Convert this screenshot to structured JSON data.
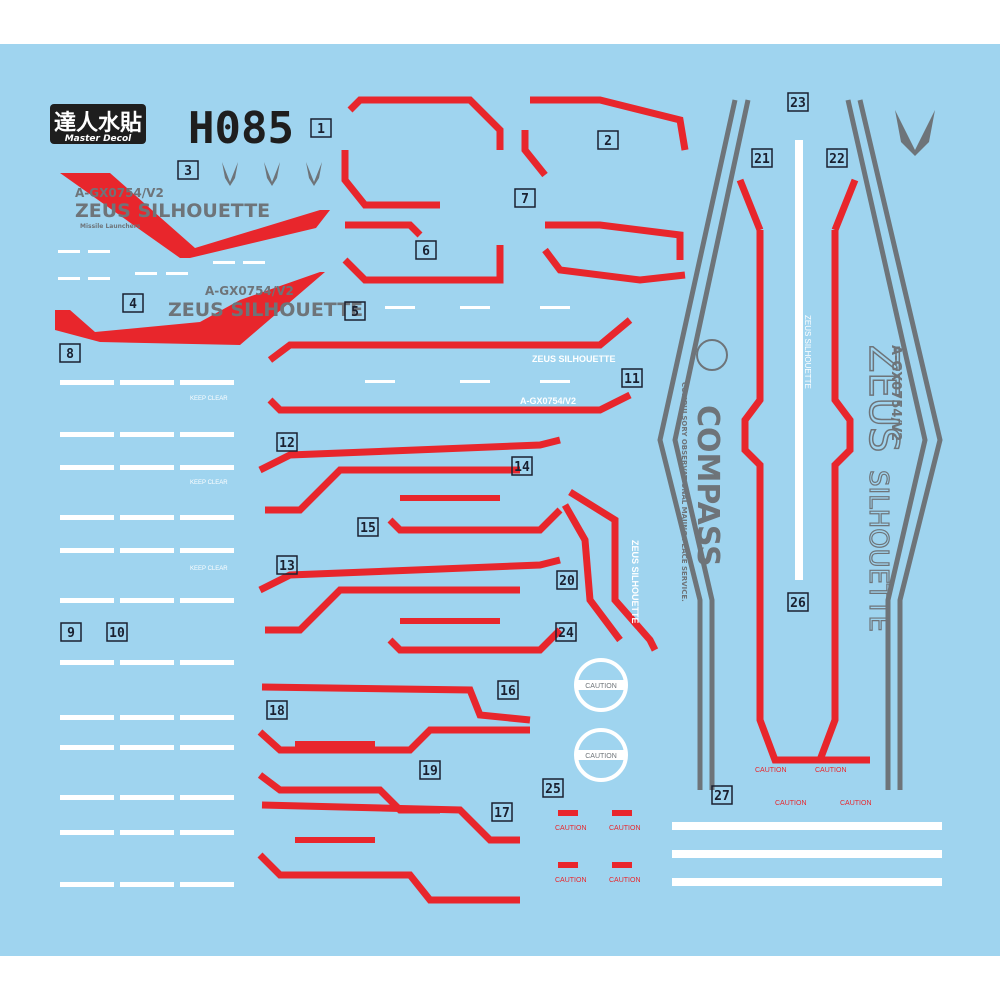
{
  "brand": {
    "logo_cjk": "達人水貼",
    "logo_en": "Master Decol",
    "code": "H085"
  },
  "texts": {
    "model": "A-GX0754/V2",
    "name": "ZEUS SILHOUETTE",
    "missile": "Missile Launchers",
    "compass": "COMPASS",
    "compass_sub": "COMPULSORY OBSERVATIONAL MAJING PEACE SERVICE.",
    "caution": "CAUTION",
    "keep_clear": "KEEP CLEAR",
    "zeus": "ZEUS",
    "silhouette": "SILHOUETTE"
  },
  "labels": [
    "1",
    "2",
    "3",
    "4",
    "5",
    "6",
    "7",
    "8",
    "9",
    "10",
    "11",
    "12",
    "13",
    "14",
    "15",
    "16",
    "17",
    "18",
    "19",
    "20",
    "21",
    "22",
    "23",
    "24",
    "25",
    "26",
    "27"
  ],
  "colors": {
    "sheet": "#9fd4ef",
    "red": "#e8262c",
    "gray": "#6e7479",
    "white": "#ffffff"
  }
}
